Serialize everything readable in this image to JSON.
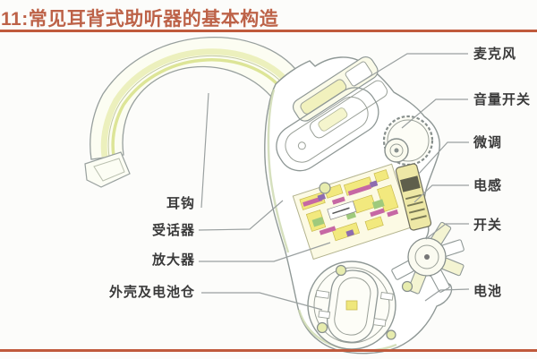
{
  "title": {
    "text": "11:常见耳背式助听器的基本构造"
  },
  "colors": {
    "accent": "#c05a3c",
    "label_text": "#3a3a3a",
    "outline_gray": "#8f9896",
    "tube_yellow": "#ecf0bd",
    "board_yellow": "#f2e97e",
    "board_magenta": "#c668a4",
    "board_green": "#9fca7c"
  },
  "labels": {
    "left": [
      {
        "id": "ear-hook",
        "text": "耳钩"
      },
      {
        "id": "receiver",
        "text": "受话器"
      },
      {
        "id": "amplifier",
        "text": "放大器"
      },
      {
        "id": "shell-battery-compartment",
        "text": "外壳及电池仓"
      }
    ],
    "right": [
      {
        "id": "microphone",
        "text": "麦克风"
      },
      {
        "id": "volume-switch",
        "text": "音量开关"
      },
      {
        "id": "trimmer",
        "text": "微调"
      },
      {
        "id": "telecoil",
        "text": "电感"
      },
      {
        "id": "switch",
        "text": "开关"
      },
      {
        "id": "battery",
        "text": "电池"
      }
    ]
  }
}
